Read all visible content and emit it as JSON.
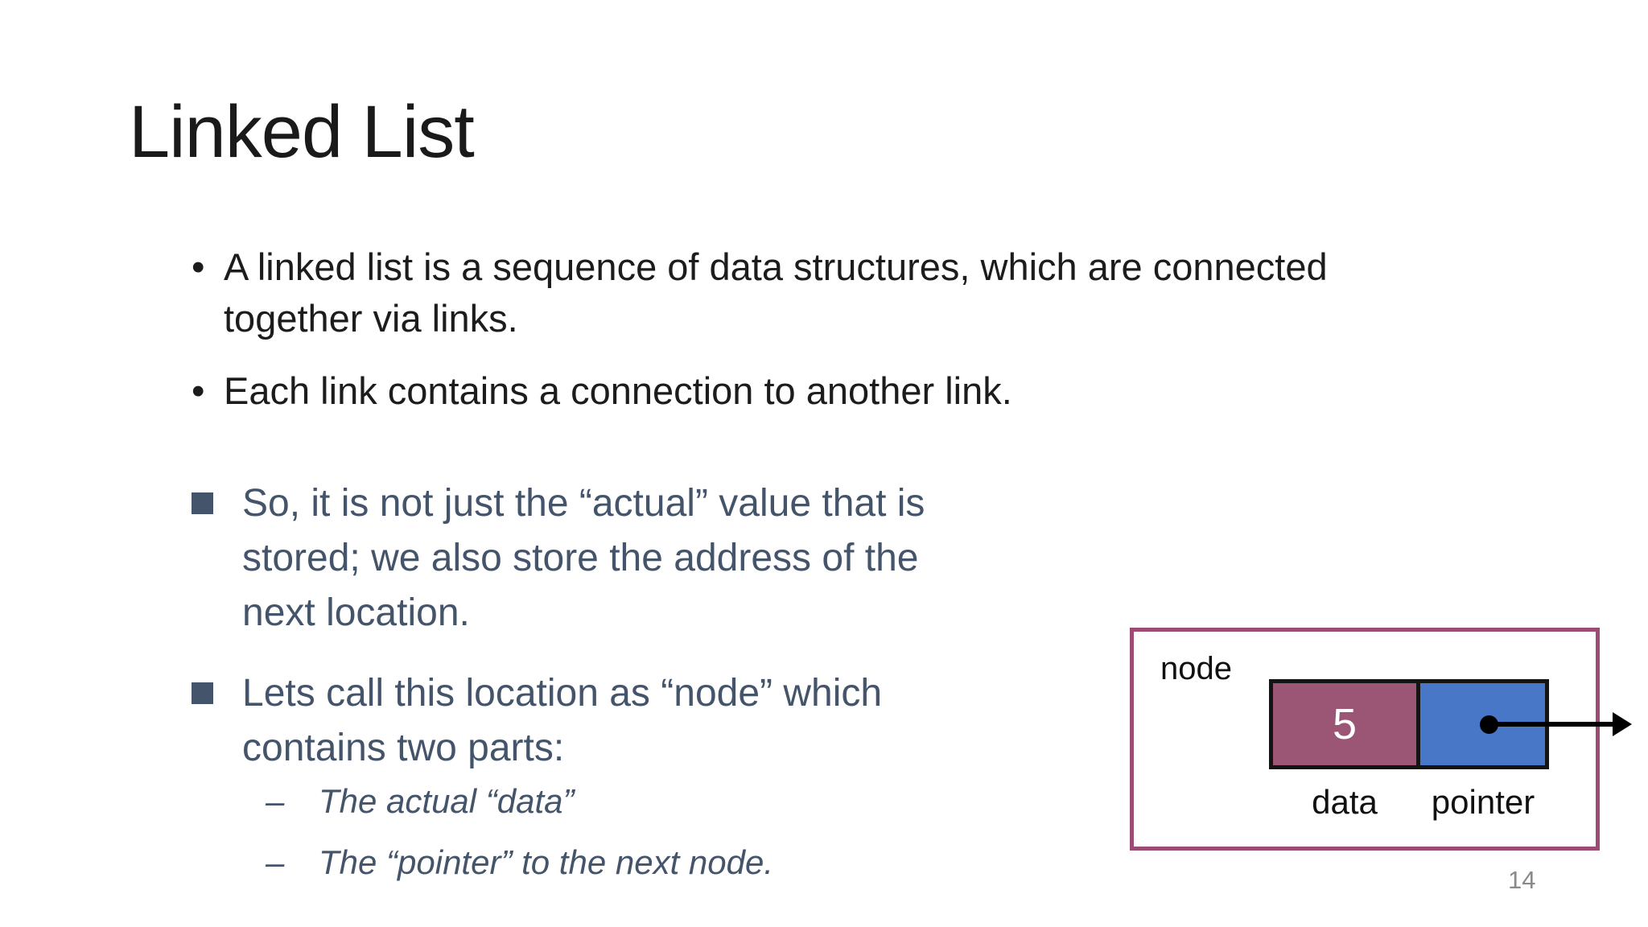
{
  "slide": {
    "title": "Linked List",
    "page_number": "14"
  },
  "bullets_black": [
    {
      "marker": "•",
      "lines": [
        "A linked list is a sequence of data structures, which are connected",
        "together via links."
      ]
    },
    {
      "marker": "•",
      "lines": [
        "Each link contains a connection to another link."
      ]
    }
  ],
  "bullets_slate": [
    {
      "lines": [
        "So, it is not just the “actual” value that is",
        "stored; we also store the address of the",
        "next location."
      ]
    },
    {
      "lines": [
        "Lets call this location as “node” which",
        "contains two parts:"
      ]
    }
  ],
  "sub_bullets": [
    {
      "dash": "–",
      "text": "The actual “data”"
    },
    {
      "dash": "–",
      "text": "The “pointer” to the next node."
    }
  ],
  "diagram": {
    "node_label": "node",
    "data_value": "5",
    "data_label": "data",
    "pointer_label": "pointer"
  },
  "colors": {
    "title_text": "#1a1a1a",
    "body_text": "#1c1c1c",
    "accent_text": "#44546a",
    "page_number": "#8a8a8a",
    "outer_border": "#9c4b72",
    "data_fill": "#9a5674",
    "pointer_fill": "#4977c8",
    "box_border": "#141414",
    "arrow": "#000000"
  }
}
